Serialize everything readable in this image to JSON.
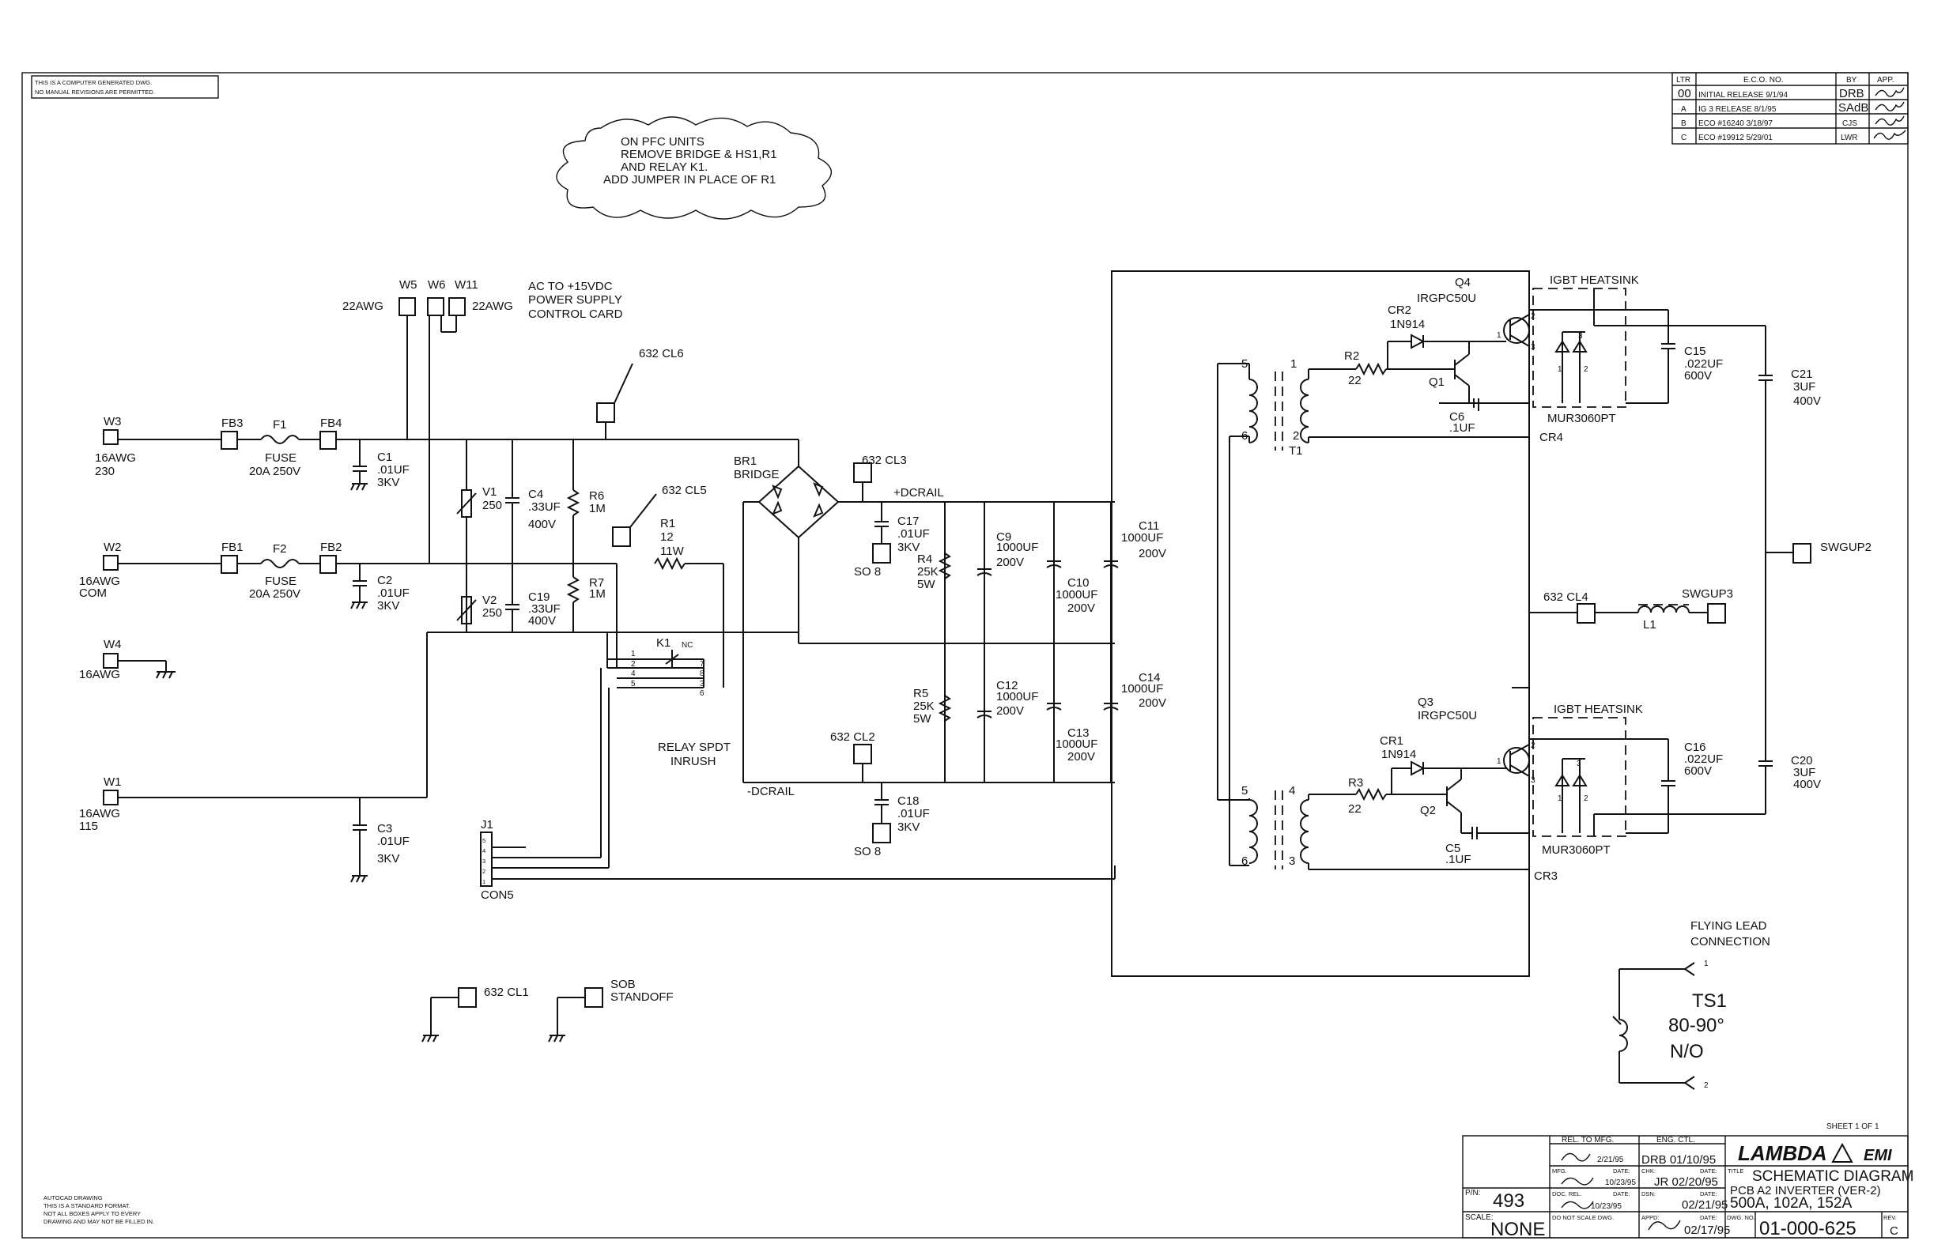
{
  "notes": {
    "computer_generated": [
      "THIS IS A COMPUTER GENERATED DWG.",
      "NO MANUAL REVISIONS ARE PERMITTED."
    ],
    "autocad": [
      "AUTOCAD DRAWING",
      "THIS IS A STANDARD FORMAT.",
      "NOT ALL BOXES APPLY TO EVERY",
      "DRAWING AND MAY NOT BE FILLED IN."
    ],
    "pfc_callout": [
      "ON PFC UNITS",
      "REMOVE BRIDGE & HS1,R1",
      "AND RELAY K1.",
      "ADD JUMPER IN PLACE OF R1"
    ]
  },
  "revision_table": {
    "headers": [
      "LTR",
      "E.C.O. NO.",
      "BY",
      "APP."
    ],
    "rows": [
      {
        "ltr": "00",
        "eco": "INITIAL RELEASE 9/1/94",
        "by": "DRB"
      },
      {
        "ltr": "A",
        "eco": "IG 3 RELEASE 8/1/95",
        "by": "SAdB"
      },
      {
        "ltr": "B",
        "eco": "ECO #16240 3/18/97",
        "by": "CJS"
      },
      {
        "ltr": "C",
        "eco": "ECO #19912 5/29/01",
        "by": "LWR"
      }
    ]
  },
  "labels": {
    "w3": "W3",
    "w3_gauge": "16AWG",
    "w3_val": "230",
    "w2": "W2",
    "w2_gauge": "16AWG",
    "w2_val": "COM",
    "w4": "W4",
    "w4_gauge": "16AWG",
    "w1": "W1",
    "w1_gauge": "16AWG",
    "w1_val": "115",
    "w5": "W5",
    "w6": "W6",
    "w11": "W11",
    "awg22_left": "22AWG",
    "awg22_right": "22AWG",
    "ac_card": [
      "AC TO +15VDC",
      "POWER SUPPLY",
      "CONTROL CARD"
    ],
    "fb3": "FB3",
    "f1": "F1",
    "fb4": "FB4",
    "fuse1": "FUSE",
    "fuse1_rating": "20A 250V",
    "fb1": "FB1",
    "f2": "F2",
    "fb2": "FB2",
    "fuse2": "FUSE",
    "fuse2_rating": "20A 250V",
    "c1": "C1",
    "c1_val": ".01UF",
    "c1_v": "3KV",
    "c2": "C2",
    "c2_val": ".01UF",
    "c2_v": "3KV",
    "c3": "C3",
    "c3_val": ".01UF",
    "c3_v": "3KV",
    "v1": "V1",
    "v1_val": "250",
    "v2": "V2",
    "v2_val": "250",
    "c4": "C4",
    "c4_val": ".33UF",
    "c4_v": "400V",
    "c19": "C19",
    "c19_val": ".33UF",
    "c19_v": "400V",
    "r6": "R6",
    "r6_val": "1M",
    "r7": "R7",
    "r7_val": "1M",
    "cl6": "632 CL6",
    "cl5": "632 CL5",
    "cl3": "632 CL3",
    "cl2": "632 CL2",
    "cl1": "632 CL1",
    "cl4": "632 CL4",
    "r1": "R1",
    "r1_val": "12",
    "r1_w": "11W",
    "k1": "K1",
    "nc": "NC",
    "k1_pins": [
      "1",
      "2",
      "4",
      "5",
      "7",
      "8",
      "3",
      "6"
    ],
    "relay": [
      "RELAY SPDT",
      "INRUSH"
    ],
    "br1": "BR1",
    "bridge": "BRIDGE",
    "dcrail_pos": "+DCRAIL",
    "dcrail_neg": "-DCRAIL",
    "c17": "C17",
    "c17_val": ".01UF",
    "c17_v": "3KV",
    "c18": "C18",
    "c18_val": ".01UF",
    "c18_v": "3KV",
    "so8_a": "SO 8",
    "so8_b": "SO 8",
    "r4": "R4",
    "r4_val": "25K",
    "r4_w": "5W",
    "r5": "R5",
    "r5_val": "25K",
    "r5_w": "5W",
    "c9": "C9",
    "c9_val": "1000UF",
    "c9_v": "200V",
    "c10": "C10",
    "c10_val": "1000UF",
    "c10_v": "200V",
    "c11": "C11",
    "c11_val": "1000UF",
    "c11_v": "200V",
    "c12": "C12",
    "c12_val": "1000UF",
    "c12_v": "200V",
    "c13": "C13",
    "c13_val": "1000UF",
    "c13_v": "200V",
    "c14": "C14",
    "c14_val": "1000UF",
    "c14_v": "200V",
    "j1": "J1",
    "j1_pins": [
      "1",
      "2",
      "3",
      "4",
      "5"
    ],
    "con5": "CON5",
    "sob": "SOB",
    "standoff": "STANDOFF",
    "t1": "T1",
    "t1_pins": [
      "5",
      "1",
      "6",
      "2"
    ],
    "t2_pins": [
      "5",
      "4",
      "6",
      "3"
    ],
    "r2": "R2",
    "r2_val": "22",
    "r3": "R3",
    "r3_val": "22",
    "cr2": "CR2",
    "cr2_val": "1N914",
    "cr1": "CR1",
    "cr1_val": "1N914",
    "q4": "Q4",
    "q4_val": "IRGPC50U",
    "q3": "Q3",
    "q3_val": "IRGPC50U",
    "q1": "Q1",
    "q2": "Q2",
    "c6": "C6",
    "c6_val": ".1UF",
    "c5": "C5",
    "c5_val": ".1UF",
    "hs_top": "IGBT HEATSINK",
    "hs_bot": "IGBT HEATSINK",
    "mur_top": "MUR3060PT",
    "mur_bot": "MUR3060PT",
    "mur_pins": [
      "3",
      "1",
      "2"
    ],
    "q_pins": [
      "2",
      "1",
      "3"
    ],
    "cr4": "CR4",
    "cr3": "CR3",
    "c15": "C15",
    "c15_val": ".022UF",
    "c15_v": "600V",
    "c16": "C16",
    "c16_val": ".022UF",
    "c16_v": "600V",
    "c21": "C21",
    "c21_val": "3UF",
    "c21_v": "400V",
    "c20": "C20",
    "c20_val": "3UF",
    "c20_v": "400V",
    "swgup2": "SWGUP2",
    "swgup3": "SWGUP3",
    "l1": "L1",
    "flying": [
      "FLYING LEAD",
      "CONNECTION"
    ],
    "ts1": "TS1",
    "ts1_temp": "80-90°",
    "ts1_no": "N/O",
    "ts1_pin1": "1",
    "ts1_pin2": "2"
  },
  "title_block": {
    "sheet": "SHEET 1 OF 1",
    "rel_mfg": "REL. TO MFG.",
    "eng_ctl": "ENG. CTL.",
    "rel_date": "2/21/95",
    "eng": "DRB 01/10/95",
    "mfg_date": "10/23/95",
    "chk": "JR 02/20/95",
    "doc_rel": "10/23/95",
    "dsn": "02/21/95",
    "appr": "02/17/95",
    "do_not_scale": "DO NOT SCALE DWG.",
    "company": "LAMBDA",
    "company_mark": "EMI",
    "title_line1": "SCHEMATIC DIAGRAM",
    "title_line2": "PCB A2 INVERTER (VER-2)",
    "title_line3": "500A, 102A, 152A",
    "pn_label": "P/N:",
    "pn": "493",
    "scale_label": "SCALE:",
    "scale": "NONE",
    "dwg_label": "DWG. NO.",
    "dwg_no": "01-000-625",
    "rev_label": "REV.",
    "rev": "C",
    "field_labels": [
      "MFG.",
      "DATE:",
      "CHK:",
      "DATE:",
      "DOC. REL.",
      "DATE:",
      "DSN:",
      "DATE:",
      "APPD:",
      "DATE:",
      "TITLE"
    ]
  }
}
